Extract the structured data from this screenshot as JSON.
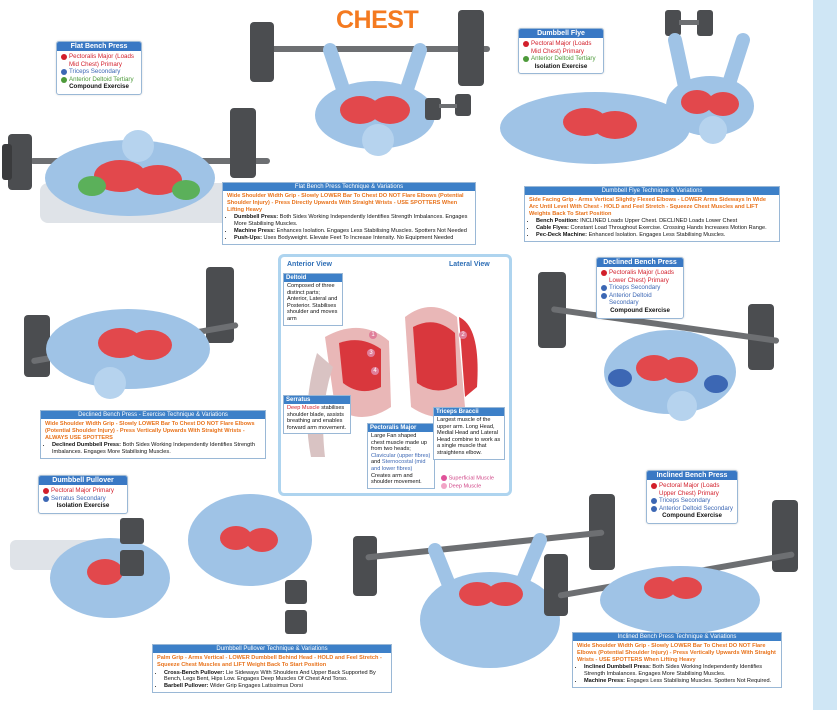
{
  "title": "CHEST",
  "colors": {
    "title": "#f47a20",
    "card_header": "#3978c4",
    "primary": "#d21f2b",
    "secondary": "#3c67b4",
    "tertiary": "#4d9a3a",
    "warning": "#e8731c",
    "superficial": "#e0529a",
    "deep": "#f1a5c6"
  },
  "exercises": {
    "flat_bench": {
      "name": "Flat Bench Press",
      "primary": "Pectoralis Major (Loads Mid Chest) Primary",
      "secondary": "Triceps Secondary",
      "tertiary": "Anterior Deltoid Tertiary",
      "type": "Compound Exercise",
      "technique_title": "Flat Bench Press Technique & Variations",
      "technique_warning": "Wide Shoulder Width Grip - Slowly LOWER Bar To Chest DO NOT Flare Elbows (Potential Shoulder Injury) - Press Directly Upwards With Straight Wrists - USE SPOTTERS When Lifting Heavy",
      "variations": [
        {
          "label": "Dumbbell Press:",
          "text": "Both Sides Working Independently Identifies Strength Imbalances. Engages More Stabilising Muscles."
        },
        {
          "label": "Machine Press:",
          "text": "Enhances Isolation. Engages Less Stabilising Muscles. Spotters Not Needed"
        },
        {
          "label": "Push-Ups:",
          "text": "Uses Bodyweight. Elevate Feet To Increase Intensity. No Equipment Needed"
        }
      ]
    },
    "dumbbell_flye": {
      "name": "Dumbbell Flye",
      "primary": "Pectoral Major (Loads Mid Chest) Primary",
      "tertiary": "Anterior Deltoid Tertiary",
      "type": "Isolation Exercise",
      "technique_title": "Dumbbell Flye Technique & Variations",
      "technique_warning": "Side Facing Grip - Arms Vertical Slightly Flexed Elbows - LOWER Arms Sideways In Wide Arc Until Level With Chest - HOLD and Feel Stretch - Squeeze Chest Muscles and LIFT Weights Back To Start Position",
      "variations": [
        {
          "label": "Bench Position:",
          "text": "INCLINED Loads Upper Chest. DECLINED Loads Lower Chest"
        },
        {
          "label": "Cable Flyes:",
          "text": "Constant Load Throughout Exercise. Crossing Hands Increases Motion Range."
        },
        {
          "label": "Pec-Deck Machine:",
          "text": "Enhanced Isolation. Engages Less Stabilising Muscles."
        }
      ]
    },
    "declined_bench": {
      "name": "Declined Bench Press",
      "primary": "Pectoralis Major (Loads Lower Chest) Primary",
      "secondary": "Triceps Secondary",
      "tertiary": "Anterior Deltoid Secondary",
      "type": "Compound Exercise",
      "technique_title": "Declined Bench Press - Exercise Technique & Variations",
      "technique_warning": "Wide Shoulder Width Grip - Slowly LOWER Bar To Chest DO NOT Flare Elbows (Potential Shoulder Injury) - Press Vertically Upwards With Straight Wrists - ALWAYS USE SPOTTERS",
      "variations": [
        {
          "label": "Declined Dumbbell Press:",
          "text": "Both Sides Working Independently Identifies Strength Imbalances. Engages More Stabilising Muscles."
        }
      ]
    },
    "dumbbell_pullover": {
      "name": "Dumbbell Pullover",
      "primary": "Pectoral Major Primary",
      "secondary": "Serratus Secondary",
      "type": "Isolation Exercise",
      "technique_title": "Dumbbell Pullover Technique & Variations",
      "technique_warning": "Palm Grip - Arms Vertical - LOWER Dumbbell Behind Head - HOLD and Feel Stretch - Squeeze Chest Muscles and LIFT Weight Back To Start Position",
      "variations": [
        {
          "label": "Cross-Bench Pullover:",
          "text": "Lie Sideways With Shoulders And Upper Back Supported By Bench, Legs Bent, Hips Low. Engages Deep Muscles Of Chest And Torso."
        },
        {
          "label": "Barbell Pullover:",
          "text": "Wider Grip Engages Latissimus Dorsi"
        }
      ]
    },
    "inclined_bench": {
      "name": "Inclined Bench Press",
      "primary": "Pectoral Major (Loads Upper Chest) Primary",
      "secondary": "Triceps Secondary",
      "tertiary": "Anterior Deltoid Secondary",
      "type": "Compound Exercise",
      "technique_title": "Inclined Bench Press Technique & Variations",
      "technique_warning": "Wide Shoulder Width Grip - Slowly LOWER Bar To Chest DO NOT Flare Elbows (Potential Shoulder Injury) - Press Vertically Upwards With Straight Wrists - USE SPOTTERS When Lifting Heavy",
      "variations": [
        {
          "label": "Inclined Dumbbell Press:",
          "text": "Both Sides Working Independently Identifies Strength Imbalances. Engages More Stabilising Muscles."
        },
        {
          "label": "Machine Press:",
          "text": "Engages Less Stabilising Muscles. Spotters Not Required."
        }
      ]
    }
  },
  "anatomy": {
    "anterior_label": "Anterior View",
    "lateral_label": "Lateral View",
    "deltoid": {
      "name": "Deltoid",
      "text": "Composed of three distinct parts; Anterior, Lateral and Posterior. Stabilises shoulder and moves arm"
    },
    "serratus": {
      "name": "Serratus",
      "text_colored": "Deep Muscle",
      "text": "stabilises shoulder blade, assists breathing and enables forward arm movement."
    },
    "pectoralis": {
      "name": "Pectoralis Major",
      "text1": "Large Fan shaped chest muscle made up from two heads;",
      "clavicular": "Clavicular (upper fibres)",
      "and": "and",
      "sternocostal": "Sternocostal (mid and lower fibres)",
      "text2": "Creates arm and shoulder movement."
    },
    "triceps": {
      "name": "Triceps Braccii",
      "text": "Largest muscle of the upper arm. Long Head, Medial Head and Lateral Head combine to work as a single muscle that straightens elbow."
    },
    "legend_superficial": "Superficial Muscle",
    "legend_deep": "Deep Muscle",
    "numbers": [
      "1",
      "2",
      "3",
      "4"
    ]
  }
}
